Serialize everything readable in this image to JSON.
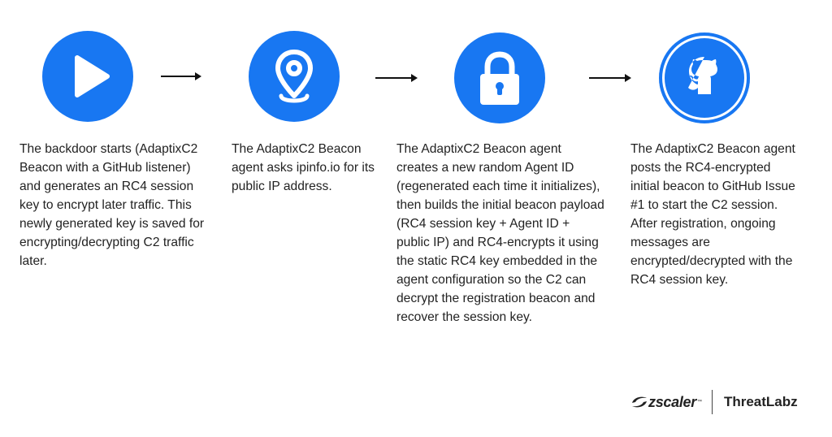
{
  "colors": {
    "accent": "#1877f2",
    "text": "#222222",
    "background": "#ffffff"
  },
  "steps": [
    {
      "icon": "play-icon",
      "text": "The backdoor starts (AdaptixC2 Beacon with a GitHub listener) and generates an RC4 session key to encrypt later traffic. This newly generated key is saved for encrypting/decrypting C2 traffic later."
    },
    {
      "icon": "location-pin-icon",
      "text": "The AdaptixC2 Beacon  agent asks ipinfo.io for its public IP address."
    },
    {
      "icon": "padlock-icon",
      "text": "The AdaptixC2 Beacon agent creates a new random Agent ID (regenerated each time it initializes), then builds the initial beacon payload (RC4 session key + Agent ID + public IP) and RC4-encrypts it using the static RC4 key embedded in the agent configuration so the C2 can decrypt the registration beacon and recover the session key."
    },
    {
      "icon": "github-icon",
      "text": "The AdaptixC2 Beacon agent posts the RC4-encrypted initial beacon to GitHub Issue #1 to start the C2 session. After registration, ongoing messages are encrypted/decrypted with the RC4 session key."
    }
  ],
  "footer": {
    "brand": "zscaler",
    "trademark": "™",
    "lab": "ThreatLabz"
  }
}
